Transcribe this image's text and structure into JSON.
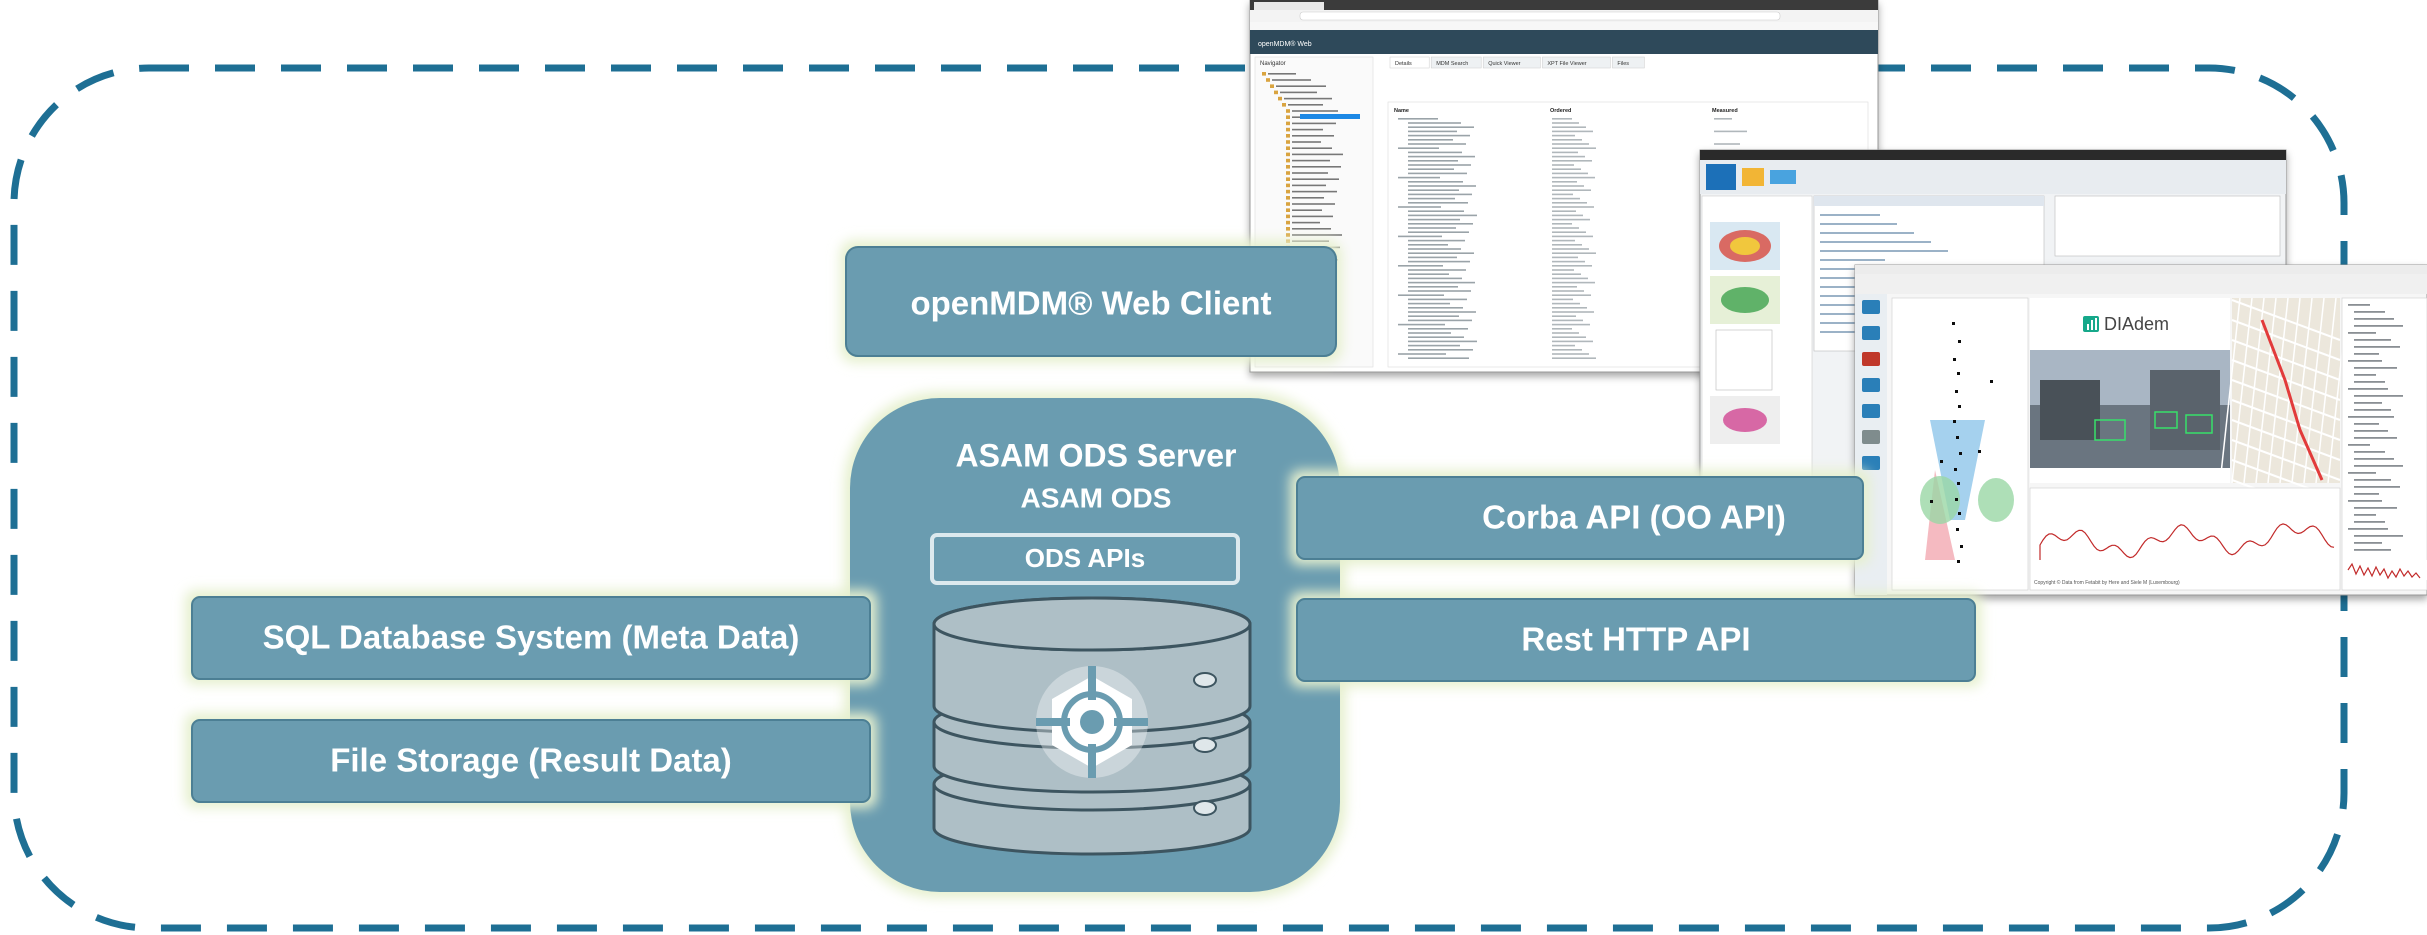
{
  "colors": {
    "frame_dash": "#1e6f94",
    "box_fill": "#6a9cb0",
    "box_stroke": "#4c7f94",
    "box_glow": "#e6f0cf",
    "server_fill": "#6a9cb0",
    "db_fill": "#aebfc6",
    "db_stroke": "#3d5560",
    "text": "#ffffff"
  },
  "labels": {
    "web_client": "openMDM® Web Client",
    "server_title": "ASAM ODS Server",
    "server_subtitle": "ASAM ODS",
    "ods_apis": "ODS APIs",
    "sql_db": "SQL Database System (Meta Data)",
    "file_storage": "File Storage (Result Data)",
    "corba_api": "Corba API (OO API)",
    "rest_api": "Rest HTTP API"
  },
  "screenshots": {
    "openmdm": {
      "app_title": "openMDM® Web",
      "nav_title": "Navigator",
      "tabs": [
        "Details",
        "MDM Search",
        "Quick Viewer",
        "XPT File Viewer",
        "Files"
      ],
      "columns": [
        "Name",
        "Ordered",
        "Measured"
      ]
    },
    "diadem": {
      "logo_text": "DIAdem",
      "copyright": "Copyright © Data from Fetabit by Here and Siele M (Luxembourg)"
    }
  },
  "icons": {
    "db_logo": "asam-target-icon",
    "diadem_logo": "diadem-bars-icon"
  }
}
